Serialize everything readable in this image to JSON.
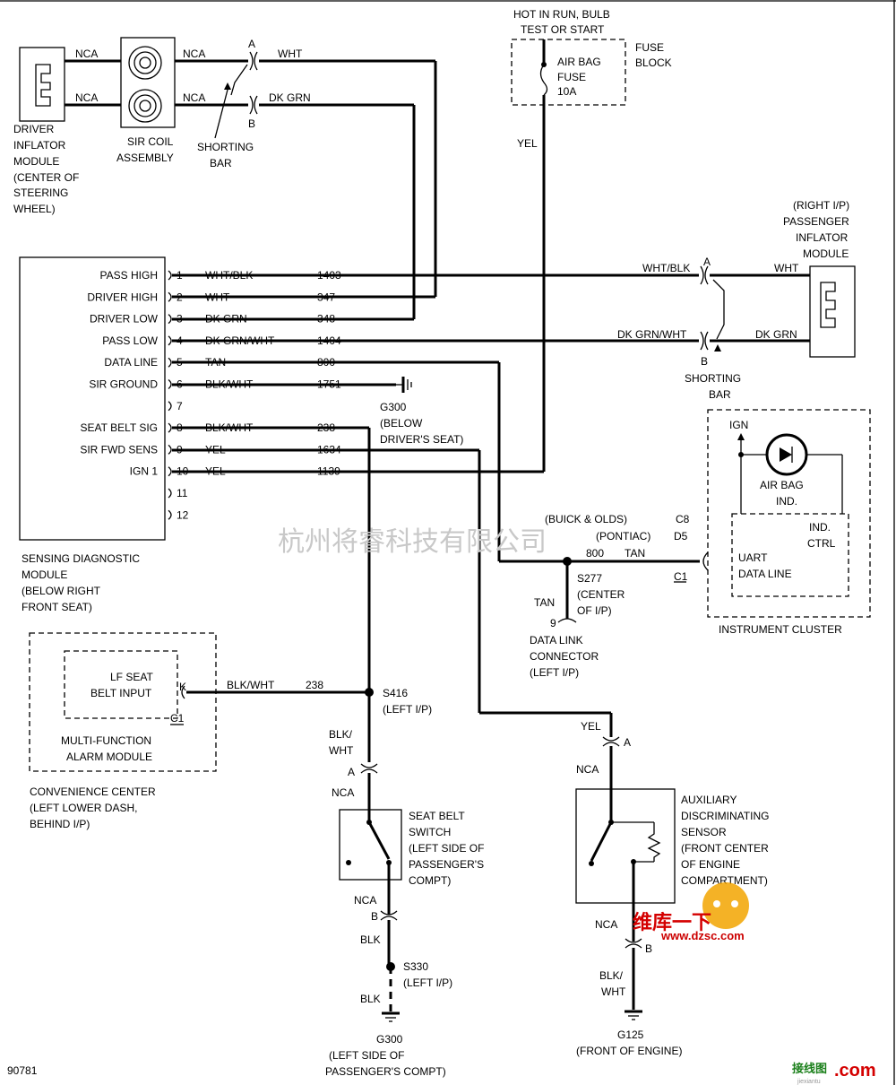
{
  "driver_module": {
    "label": [
      "DRIVER",
      "INFLATOR",
      "MODULE",
      "(CENTER OF",
      "STEERING",
      "WHEEL)"
    ]
  },
  "sir_coil": {
    "label": [
      "SIR COIL",
      "ASSEMBLY"
    ]
  },
  "top_wires": {
    "nca": "NCA",
    "upper_color": "WHT",
    "lower_color": "DK GRN",
    "conn_a": "A",
    "conn_b": "B",
    "shorting_bar": [
      "SHORTING",
      "BAR"
    ]
  },
  "fuse": {
    "header": [
      "HOT IN RUN, BULB",
      "TEST OR START"
    ],
    "name": [
      "AIR BAG",
      "FUSE",
      "10A"
    ],
    "block": [
      "FUSE",
      "BLOCK"
    ],
    "wire": "YEL"
  },
  "sdm": {
    "label": [
      "SENSING DIAGNOSTIC",
      "MODULE",
      "(BELOW RIGHT",
      "FRONT SEAT)"
    ],
    "pins": [
      {
        "name": "PASS HIGH",
        "num": "1",
        "color": "WHT/BLK",
        "circuit": "1403"
      },
      {
        "name": "DRIVER HIGH",
        "num": "2",
        "color": "WHT",
        "circuit": "347"
      },
      {
        "name": "DRIVER LOW",
        "num": "3",
        "color": "DK GRN",
        "circuit": "348"
      },
      {
        "name": "PASS LOW",
        "num": "4",
        "color": "DK GRN/WHT",
        "circuit": "1404"
      },
      {
        "name": "DATA LINE",
        "num": "5",
        "color": "TAN",
        "circuit": "800"
      },
      {
        "name": "SIR GROUND",
        "num": "6",
        "color": "BLK/WHT",
        "circuit": "1751"
      },
      {
        "name": "",
        "num": "7",
        "color": "",
        "circuit": ""
      },
      {
        "name": "SEAT BELT SIG",
        "num": "8",
        "color": "BLK/WHT",
        "circuit": "238"
      },
      {
        "name": "SIR FWD SENS",
        "num": "9",
        "color": "YEL",
        "circuit": "1634"
      },
      {
        "name": "IGN 1",
        "num": "10",
        "color": "YEL",
        "circuit": "1139"
      },
      {
        "name": "",
        "num": "11",
        "color": "",
        "circuit": ""
      },
      {
        "name": "",
        "num": "12",
        "color": "",
        "circuit": ""
      }
    ]
  },
  "g300_upper": [
    "G300",
    "(BELOW",
    "DRIVER'S SEAT)"
  ],
  "passenger_module": {
    "label": [
      "(RIGHT I/P)",
      "PASSENGER",
      "INFLATOR",
      "MODULE"
    ],
    "upper_in": "WHT/BLK",
    "lower_in": "DK GRN/WHT",
    "upper_out": "WHT",
    "lower_out": "DK GRN",
    "conn_a": "A",
    "conn_b": "B",
    "shorting_bar": [
      "SHORTING",
      "BAR"
    ]
  },
  "cluster": {
    "ign": "IGN",
    "indicator": [
      "AIR BAG",
      "IND."
    ],
    "ctrl": [
      "IND.",
      "CTRL"
    ],
    "uart": [
      "UART",
      "DATA LINE"
    ],
    "c8": "C8",
    "d5": "D5",
    "c1": "C1",
    "label": "INSTRUMENT CLUSTER"
  },
  "s277": {
    "variants": [
      "(BUICK & OLDS)",
      "(PONTIAC)"
    ],
    "circuit": "800",
    "color": "TAN",
    "name": "S277",
    "location": [
      "(CENTER",
      "OF I/P)"
    ],
    "dlc_color": "TAN",
    "dlc_pin": "9",
    "dlc": [
      "DATA LINK",
      "CONNECTOR",
      "(LEFT I/P)"
    ]
  },
  "alarm": {
    "input": [
      "LF SEAT",
      "BELT INPUT"
    ],
    "pin": "K",
    "conn": "C1",
    "label": [
      "MULTI-FUNCTION",
      "ALARM MODULE"
    ],
    "wire_color": "BLK/WHT",
    "circuit": "238",
    "convenience": [
      "CONVENIENCE CENTER",
      "(LEFT LOWER DASH,",
      "BEHIND I/P)"
    ]
  },
  "s416": {
    "name": "S416",
    "location": "(LEFT I/P)"
  },
  "seatbelt": {
    "wire_top": [
      "BLK/",
      "WHT"
    ],
    "conn_a": "A",
    "nca_top": "NCA",
    "label": [
      "SEAT BELT",
      "SWITCH",
      "(LEFT SIDE OF",
      "PASSENGER'S",
      "COMPT)"
    ],
    "nca_bottom": "NCA",
    "conn_b": "B",
    "blk1": "BLK",
    "s330": "S330",
    "s330_loc": "(LEFT I/P)",
    "blk2": "BLK",
    "ground": [
      "G300",
      "(LEFT SIDE OF",
      "PASSENGER'S COMPT)"
    ]
  },
  "aux": {
    "wire_top": "YEL",
    "conn_a": "A",
    "nca_top": "NCA",
    "label": [
      "AUXILIARY",
      "DISCRIMINATING",
      "SENSOR",
      "(FRONT CENTER",
      "OF ENGINE",
      "COMPARTMENT)"
    ],
    "nca_bottom": "NCA",
    "conn_b": "B",
    "wire_bottom": [
      "BLK/",
      "WHT"
    ],
    "ground": [
      "G125",
      "(FRONT OF ENGINE)"
    ]
  },
  "footer": {
    "id": "90781"
  },
  "watermark": {
    "text": "杭州将睿科技有限公司"
  },
  "logos": {
    "dzsc_cn": "维库一下",
    "dzsc_en": "www.dzsc.com",
    "corner_cn": "接线图",
    "corner_en": ".com",
    "corner_small": "jiexiantu"
  }
}
